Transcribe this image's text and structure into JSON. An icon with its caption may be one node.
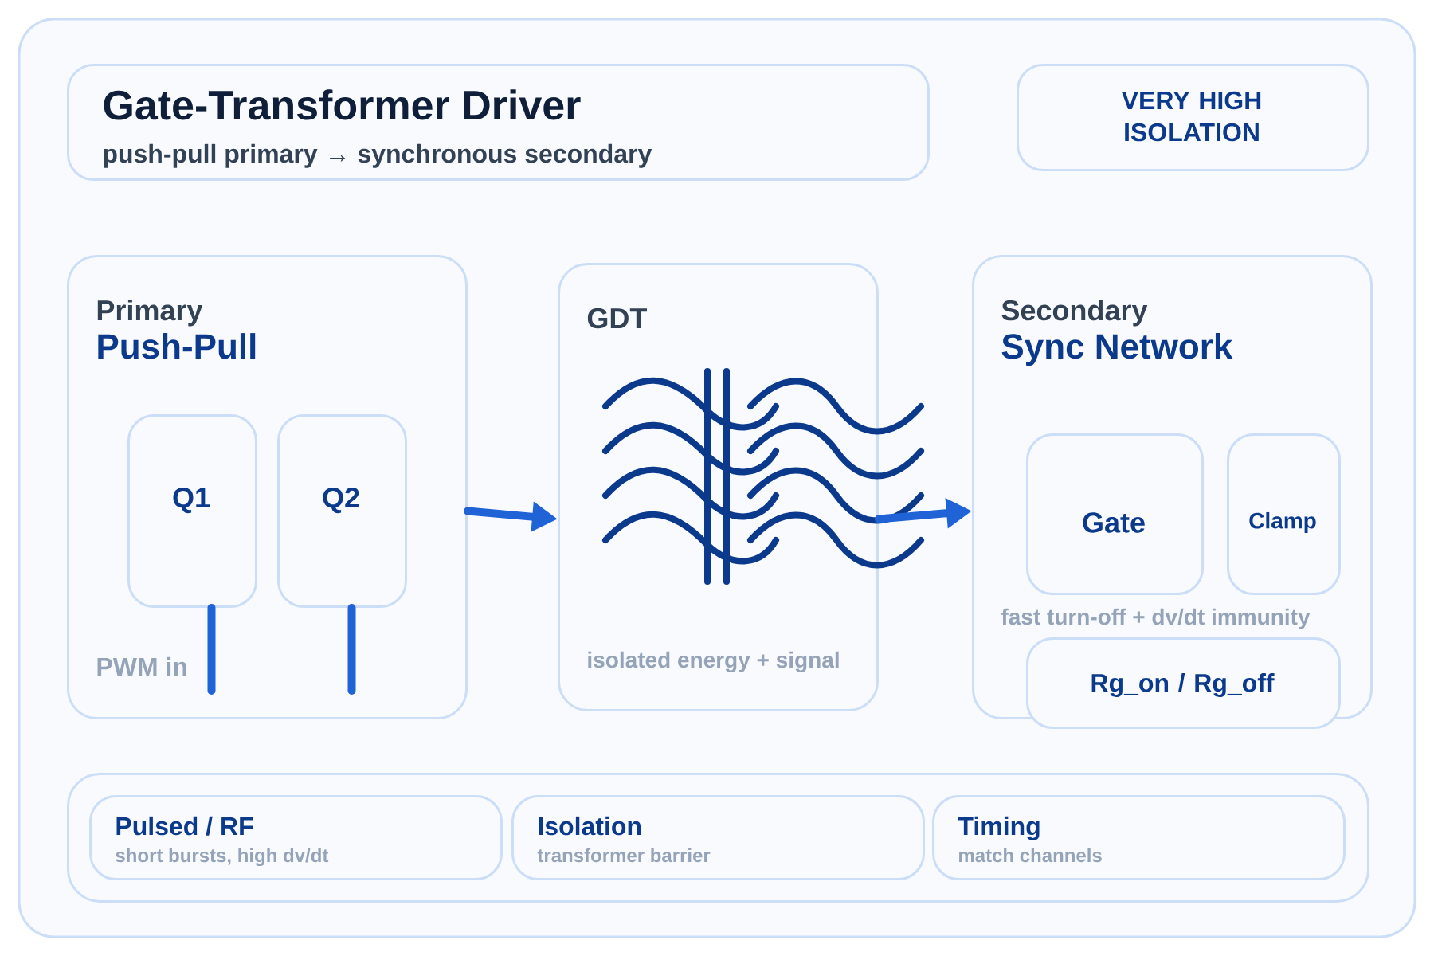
{
  "diagram": {
    "nodes": [
      {
        "text": [
          "Gate-Transformer Driver",
          "push-pull primary → synchronous secondary"
        ]
      },
      {
        "text": [
          "VERY HIGH ISOLATION"
        ]
      },
      {
        "text": [
          "Primary",
          "Push-Pull",
          "PWM in"
        ]
      },
      {
        "text": [
          "Q1"
        ],
        "in": 2
      },
      {
        "text": [
          "Q2"
        ],
        "in": 2
      },
      {
        "text": [
          "GDT",
          "isolated energy + signal"
        ]
      },
      {
        "text": [
          "Secondary",
          "Sync Network",
          "fast turn-off + dv/dt immunity"
        ]
      },
      {
        "text": [
          "Gate"
        ],
        "in": 6
      },
      {
        "text": [
          "Clamp"
        ],
        "in": 6
      },
      {
        "text": [
          "Rg_on / Rg_off"
        ]
      },
      {
        "text": [],
        "shape": "box"
      },
      {
        "text": [
          "Pulsed / RF",
          "short bursts, high dv/dt"
        ],
        "in": 10
      },
      {
        "text": [
          "Isolation",
          "transformer barrier"
        ],
        "in": 10
      },
      {
        "text": [
          "Timing",
          "match channels"
        ],
        "in": 10
      }
    ],
    "edges": [
      {
        "from": 2,
        "to": 5,
        "arrow": "to"
      },
      {
        "from": 5,
        "to": 6,
        "arrow": "to"
      },
      {
        "from": null,
        "to": 3,
        "arrow": "none"
      },
      {
        "from": null,
        "to": 4,
        "arrow": "none"
      }
    ]
  }
}
